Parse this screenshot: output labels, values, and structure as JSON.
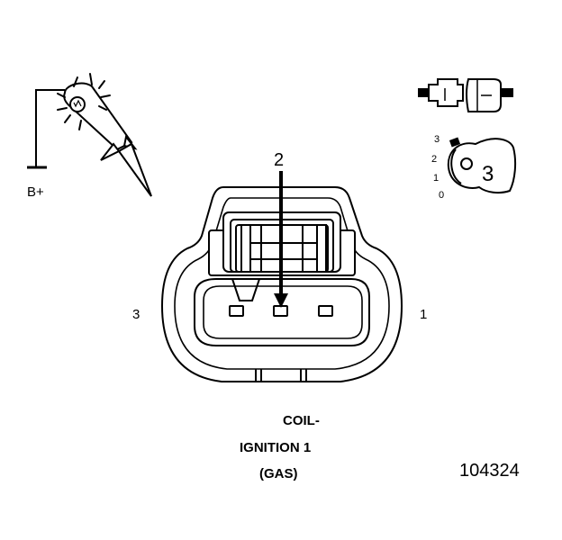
{
  "test_light": {
    "label": "B+"
  },
  "connector_view": {
    "pin_arrow_label": "2",
    "pin_left_label": "3",
    "pin_right_label": "1"
  },
  "ignition_switch": {
    "positions": [
      "3",
      "2",
      "1",
      "0"
    ],
    "key_number": "3"
  },
  "circuit_label": {
    "line1": "COIL-",
    "line2": "IGNITION 1",
    "line3": "(GAS)"
  },
  "figure_number": "104324"
}
